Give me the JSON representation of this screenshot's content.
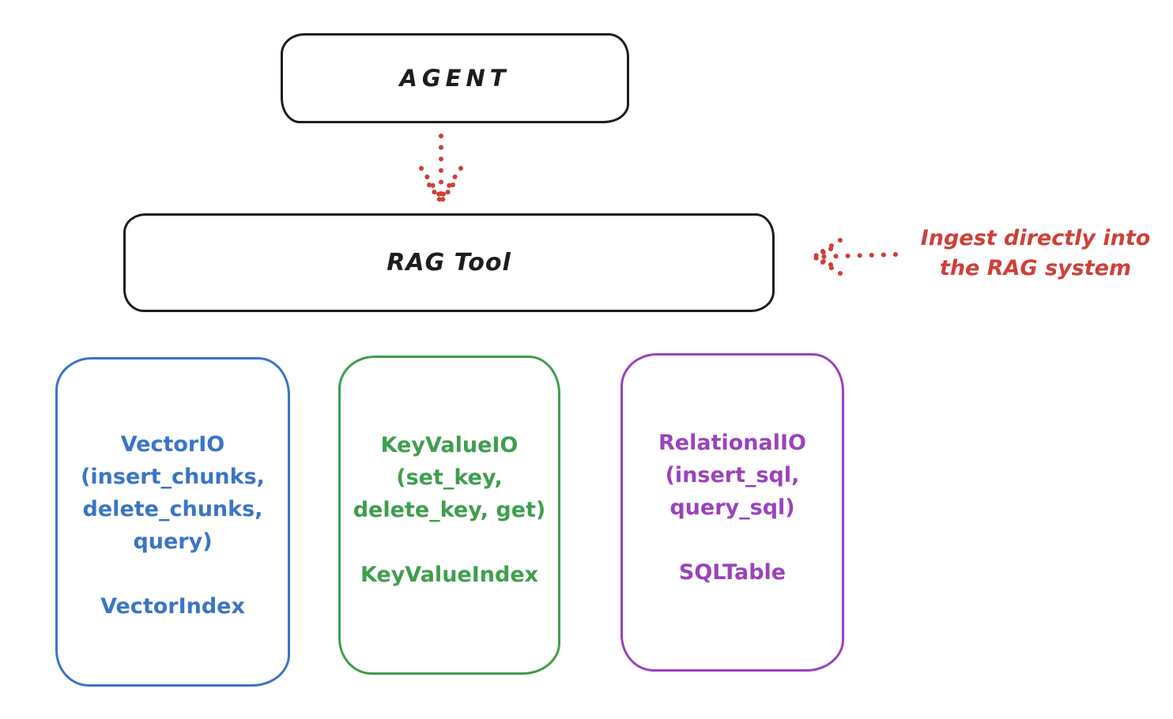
{
  "colors": {
    "ink": "#1d1d1d",
    "red": "#cd4038",
    "blue": "#3a75c4",
    "green": "#3f9e4d",
    "purple": "#9b42bd",
    "background": "#ffffff"
  },
  "agent_box": {
    "label": "AGENT"
  },
  "rag_box": {
    "label": "RAG Tool"
  },
  "annotation": {
    "lines": [
      "Ingest directly into",
      "the RAG system"
    ]
  },
  "arrows": [
    {
      "name": "agent-to-rag",
      "style": "dotted",
      "direction": "down",
      "color": "#cd4038"
    },
    {
      "name": "annotation-to-rag",
      "style": "dotted",
      "direction": "left",
      "color": "#cd4038"
    }
  ],
  "cards": [
    {
      "id": "vector-io",
      "color": "blue",
      "lines": [
        "VectorIO",
        "(insert_chunks,",
        "delete_chunks,",
        "query)"
      ],
      "footer": "VectorIndex"
    },
    {
      "id": "keyvalue-io",
      "color": "green",
      "lines": [
        "KeyValueIO",
        "(set_key,",
        "delete_key, get)"
      ],
      "footer": "KeyValueIndex"
    },
    {
      "id": "relational-io",
      "color": "purple",
      "lines": [
        "RelationalIO",
        "(insert_sql,",
        "query_sql)"
      ],
      "footer": "SQLTable"
    }
  ]
}
